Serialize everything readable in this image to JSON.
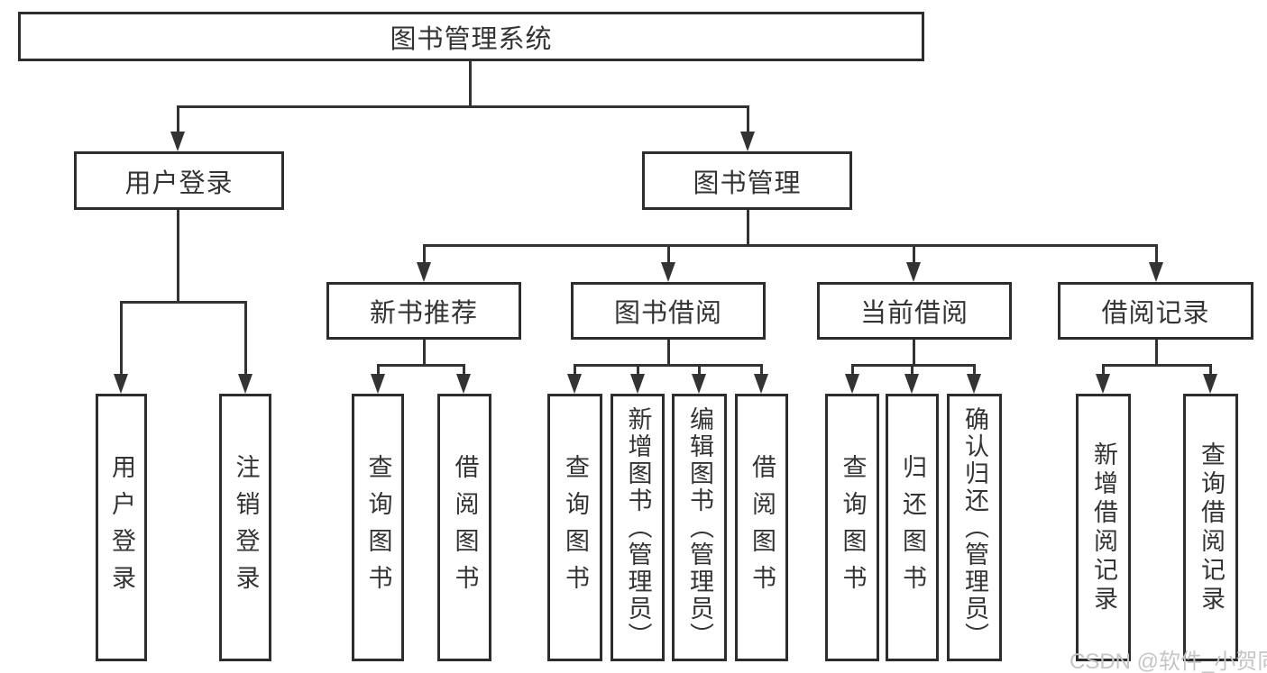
{
  "watermark": "CSDN @软件_小贺同学",
  "colors": {
    "line": "#333333",
    "box_border": "#2d2d2d",
    "box_fill": "#ffffff",
    "text": "#333333",
    "watermark": "#c5c5c5"
  },
  "tree": {
    "root": "图书管理系统",
    "children": [
      {
        "label": "用户登录",
        "children": [
          "用户登录",
          "注销登录"
        ]
      },
      {
        "label": "图书管理",
        "children": [
          {
            "label": "新书推荐",
            "children": [
              "查询图书",
              "借阅图书"
            ]
          },
          {
            "label": "图书借阅",
            "children": [
              "查询图书",
              "新增图书（管理员）",
              "编辑图书（管理员）",
              "借阅图书"
            ]
          },
          {
            "label": "当前借阅",
            "children": [
              "查询图书",
              "归还图书",
              "确认归还（管理员）"
            ]
          },
          {
            "label": "借阅记录",
            "children": [
              "新增借阅记录",
              "查询借阅记录"
            ]
          }
        ]
      }
    ]
  }
}
